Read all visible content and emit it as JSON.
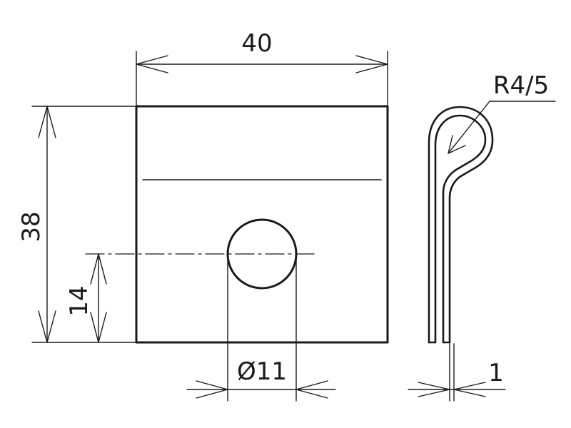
{
  "dimensions": {
    "width": "40",
    "height": "38",
    "hole_offset": "14",
    "hole_diameter": "Ø11",
    "radius": "R4/5",
    "thickness": "1"
  },
  "colors": {
    "line": "#1a1a1a",
    "background": "#ffffff"
  }
}
